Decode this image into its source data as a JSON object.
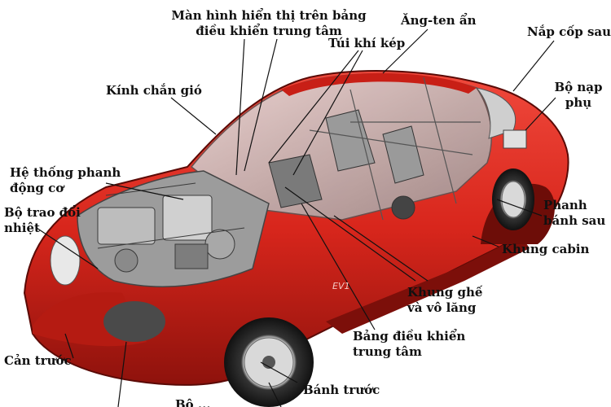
{
  "labels": {
    "display": [
      "Màn hình hiển thị trên bảng",
      "điều khiển trung tâm"
    ],
    "antenna": "Ăng-ten ẩn",
    "trunk": "Nắp cốp sau",
    "airbag": "Túi khí kép",
    "windshield": "Kính chắn gió",
    "charger": [
      "Bộ nạp",
      "phụ"
    ],
    "brake_system": [
      "Hệ thống phanh",
      "động cơ"
    ],
    "heat_exchanger": [
      "Bộ trao đổi",
      "nhiệt"
    ],
    "rear_brake": [
      "Phanh",
      "bánh sau"
    ],
    "cabin_frame": "Khung cabin",
    "seat_frame": [
      "Khung ghế",
      "và vô lăng"
    ],
    "console": [
      "Bảng điều khiển",
      "trung tâm"
    ],
    "bumper": "Cản trước",
    "front_wheel": "Bánh trước",
    "partial_bottom": "Bộ ..."
  },
  "badge_text": "EV1",
  "colors": {
    "body_red": "#d8261c",
    "body_dark": "#8e120c",
    "leader": "#111111",
    "text": "#111111"
  }
}
